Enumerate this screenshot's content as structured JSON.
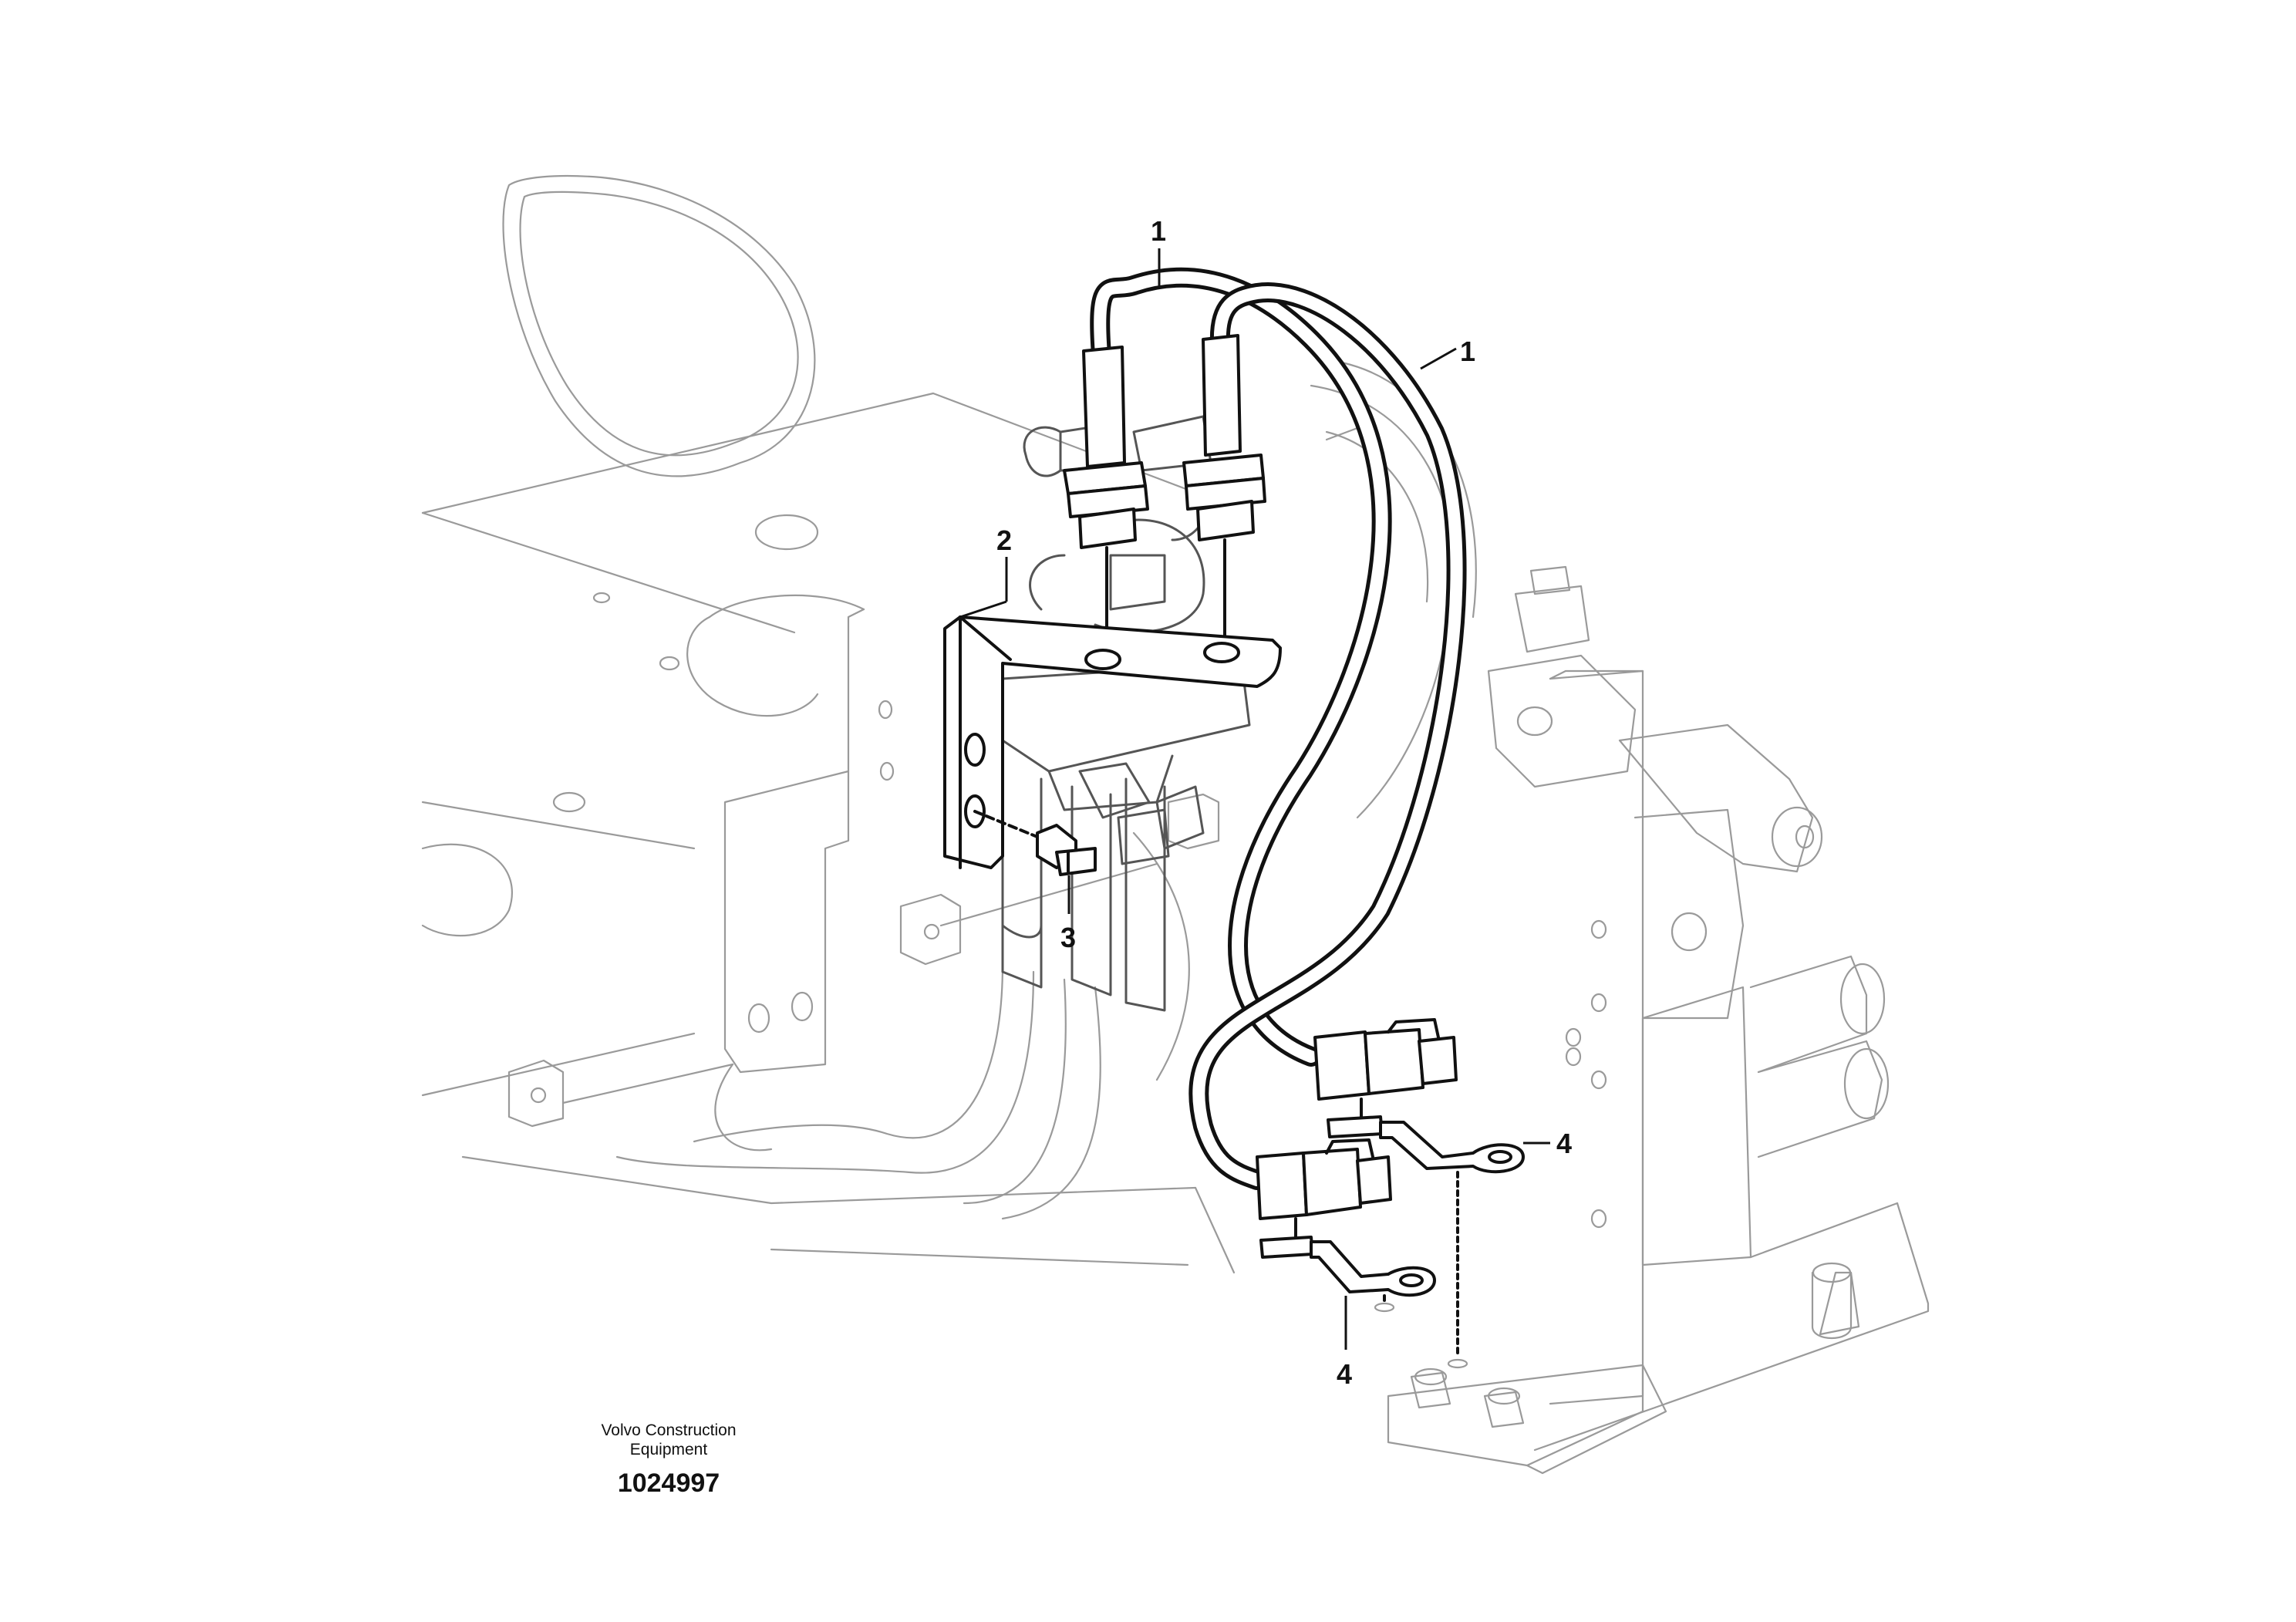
{
  "callouts": {
    "hose_top": "1",
    "hose_right": "1",
    "bracket": "2",
    "screw": "3",
    "ground_cable_right": "4",
    "ground_cable_bottom": "4"
  },
  "credit": {
    "line1": "Volvo Construction",
    "line2": "Equipment",
    "illustration_number": "1024997"
  }
}
